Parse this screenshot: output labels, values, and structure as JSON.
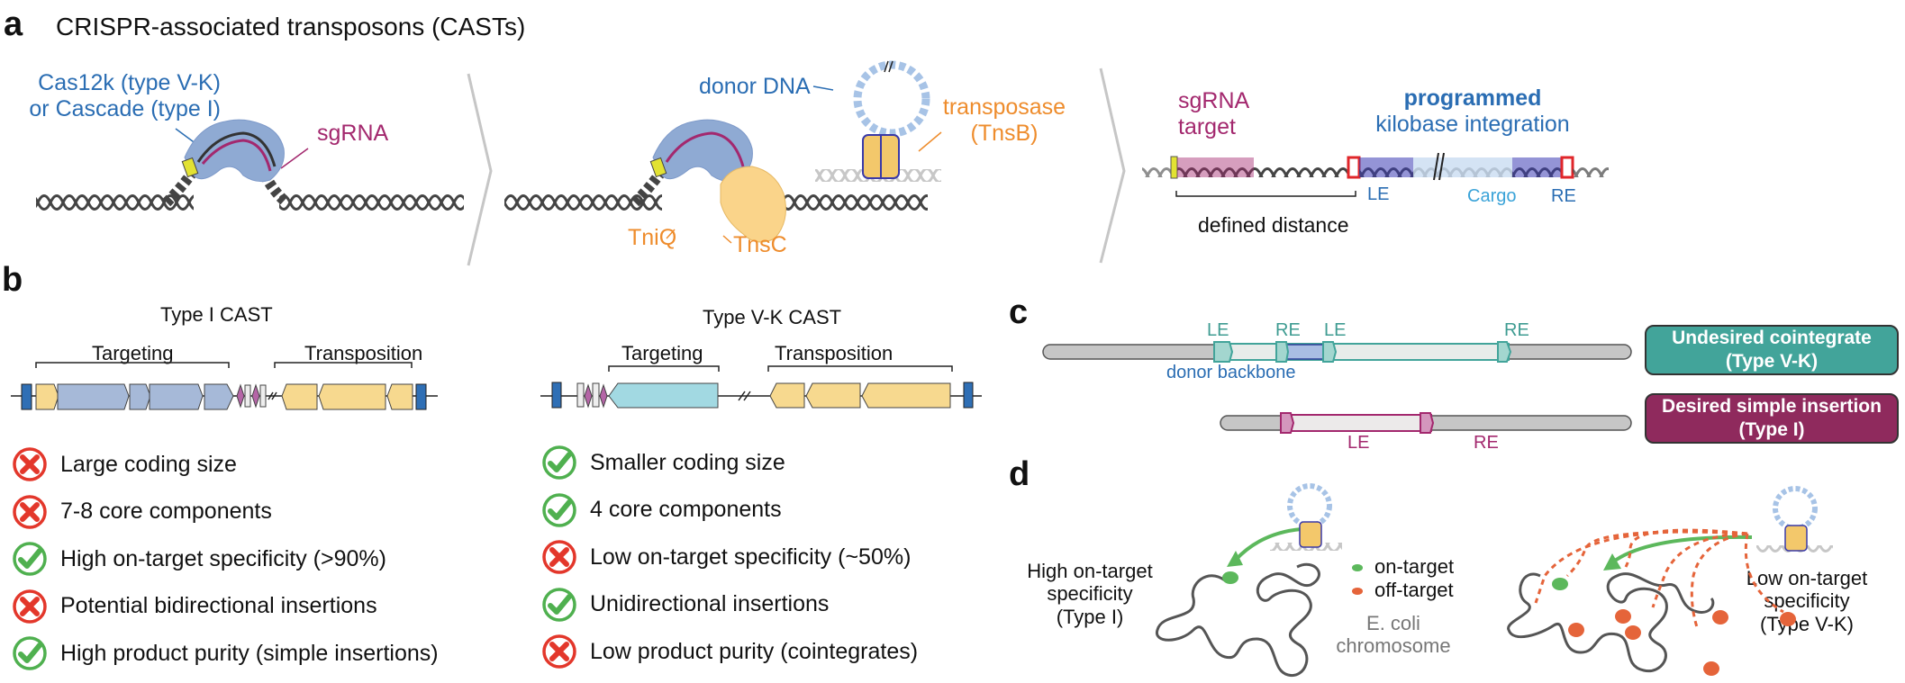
{
  "panel_a": {
    "letter": "a",
    "title": "CRISPR-associated transposons (CASTs)",
    "step1": {
      "effector_label_line1": "Cas12k (type V-K)",
      "effector_label_line2": "or Cascade (type I)",
      "sgrna_label": "sgRNA"
    },
    "step2": {
      "donor_label": "donor DNA",
      "transposase_line1": "transposase",
      "transposase_line2": "(TnsB)",
      "tniq_label": "TniQ",
      "tnsc_label": "TnsC"
    },
    "step3": {
      "sgrna_target_line1": "sgRNA",
      "sgrna_target_line2": "target",
      "programmed_bold": "programmed",
      "programmed_line2": "kilobase integration",
      "le_label": "LE",
      "cargo_label": "Cargo",
      "re_label": "RE",
      "distance_label": "defined distance"
    }
  },
  "panel_b": {
    "letter": "b",
    "type_i": {
      "title": "Type I CAST",
      "targeting_label": "Targeting",
      "transposition_label": "Transposition",
      "features": [
        {
          "status": "bad",
          "icon": "x-circle-icon",
          "text": "Large coding size"
        },
        {
          "status": "bad",
          "icon": "x-circle-icon",
          "text": "7-8 core components"
        },
        {
          "status": "good",
          "icon": "check-circle-icon",
          "text": "High on-target specificity (>90%)"
        },
        {
          "status": "bad",
          "icon": "x-circle-icon",
          "text": "Potential bidirectional insertions"
        },
        {
          "status": "good",
          "icon": "check-circle-icon",
          "text": "High product purity (simple insertions)"
        }
      ]
    },
    "type_vk": {
      "title": "Type V-K CAST",
      "targeting_label": "Targeting",
      "transposition_label": "Transposition",
      "features": [
        {
          "status": "good",
          "icon": "check-circle-icon",
          "text": "Smaller coding size"
        },
        {
          "status": "good",
          "icon": "check-circle-icon",
          "text": "4 core components"
        },
        {
          "status": "bad",
          "icon": "x-circle-icon",
          "text": "Low on-target specificity (~50%)"
        },
        {
          "status": "good",
          "icon": "check-circle-icon",
          "text": "Unidirectional insertions"
        },
        {
          "status": "bad",
          "icon": "x-circle-icon",
          "text": "Low product purity (cointegrates)"
        }
      ]
    }
  },
  "panel_c": {
    "letter": "c",
    "cointegrate": {
      "labels": [
        "LE",
        "RE",
        "LE",
        "RE"
      ],
      "backbone_label": "donor backbone",
      "badge_line1": "Undesired cointegrate",
      "badge_line2": "(Type V-K)",
      "color": "#42a49a"
    },
    "simple": {
      "labels": [
        "LE",
        "RE"
      ],
      "badge_line1": "Desired simple insertion",
      "badge_line2": "(Type I)",
      "color": "#8f2a5d"
    }
  },
  "panel_d": {
    "letter": "d",
    "left_label_line1": "High on-target",
    "left_label_line2": "specificity",
    "left_label_line3": "(Type I)",
    "legend_on": "on-target",
    "legend_off": "off-target",
    "chromosome_line1": "E. coli",
    "chromosome_line2": "chromosome",
    "right_label_line1": "Low on-target",
    "right_label_line2": "specificity",
    "right_label_line3": "(Type V-K)",
    "on_color": "#5cb85c",
    "off_color": "#e5643a"
  },
  "colors": {
    "good": "#4fb04f",
    "bad": "#e3372b",
    "cas_blue": "#a6b9d8",
    "tns_yellow": "#f7d98f",
    "tnsd_cyan": "#a2d9e2",
    "le_re_blue": "#2f6fb5"
  }
}
